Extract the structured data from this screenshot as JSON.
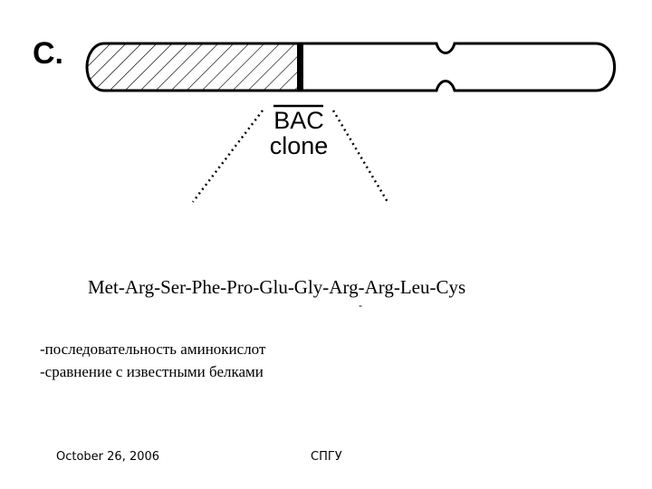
{
  "panel_label": "C.",
  "bac": {
    "line1": "BAC",
    "line2": "clone"
  },
  "sequence": "Met-Arg-Ser-Phe-Pro-Glu-Gly-Arg-Arg-Leu-Cys",
  "sequence_tick": "-",
  "notes": [
    "-последовательность аминокислот",
    "-сравнение с известными белками"
  ],
  "footer": {
    "date": "October 26, 2006",
    "org": "СПГУ"
  }
}
